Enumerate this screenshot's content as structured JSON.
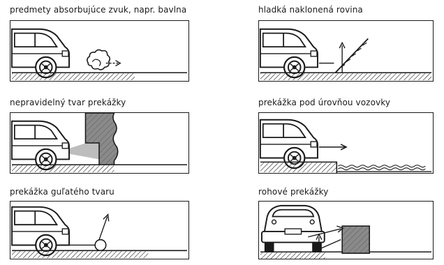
{
  "captions": [
    "predmety absorbujúce zvuk, napr. bavlna",
    "hladká naklonená rovina",
    "nepravidelný tvar prekážky",
    "prekážka pod úrovňou vozovky",
    "prekážka guľatého tvaru",
    "rohové prekážky"
  ],
  "colors": {
    "line": "#1a1a1a",
    "wall_fill": "#8a8a8a",
    "cone_fill": "#bdbdbd"
  },
  "icons": {
    "car_side": "car-side-icon",
    "car_rear": "car-rear-icon",
    "cotton": "cotton-ball-icon"
  }
}
